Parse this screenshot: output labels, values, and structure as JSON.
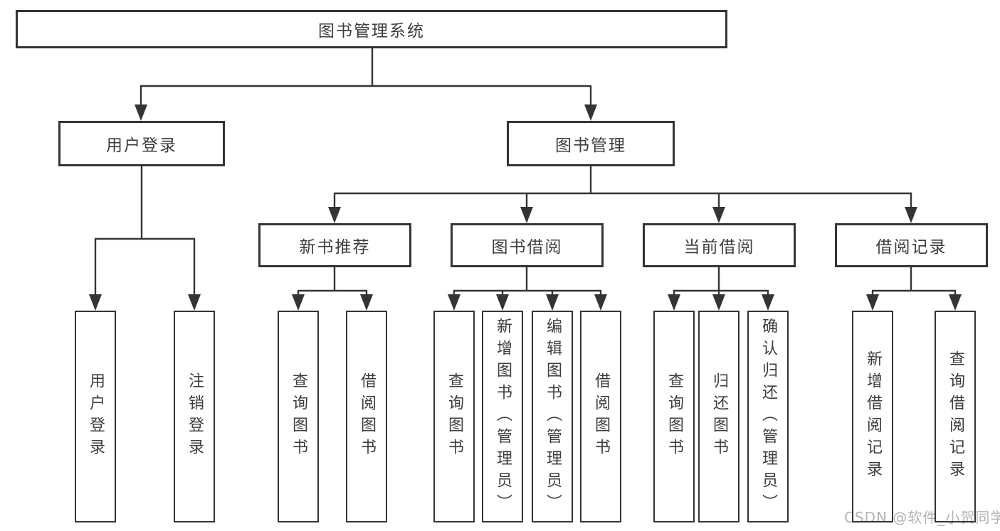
{
  "colors": {
    "line": "#343434",
    "box_border": "#343434",
    "box_fill": "#ffffff",
    "text": "#3d3d3d",
    "watermark": "#b3b3b3",
    "background": "#ffffff"
  },
  "watermark": {
    "text": "CSDN @软件_小贺同学"
  },
  "tree": {
    "label": "图书管理系统",
    "children": [
      {
        "label": "用户登录",
        "children": [
          {
            "label": "用户登录"
          },
          {
            "label": "注销登录"
          }
        ]
      },
      {
        "label": "图书管理",
        "children": [
          {
            "label": "新书推荐",
            "children": [
              {
                "label": "查询图书"
              },
              {
                "label": "借阅图书"
              }
            ]
          },
          {
            "label": "图书借阅",
            "children": [
              {
                "label": "查询图书"
              },
              {
                "label": "新增图书（管理员）"
              },
              {
                "label": "编辑图书（管理员）"
              },
              {
                "label": "借阅图书"
              }
            ]
          },
          {
            "label": "当前借阅",
            "children": [
              {
                "label": "查询图书"
              },
              {
                "label": "归还图书"
              },
              {
                "label": "确认归还（管理员）"
              }
            ]
          },
          {
            "label": "借阅记录",
            "children": [
              {
                "label": "新增借阅记录"
              },
              {
                "label": "查询借阅记录"
              }
            ]
          }
        ]
      }
    ]
  }
}
